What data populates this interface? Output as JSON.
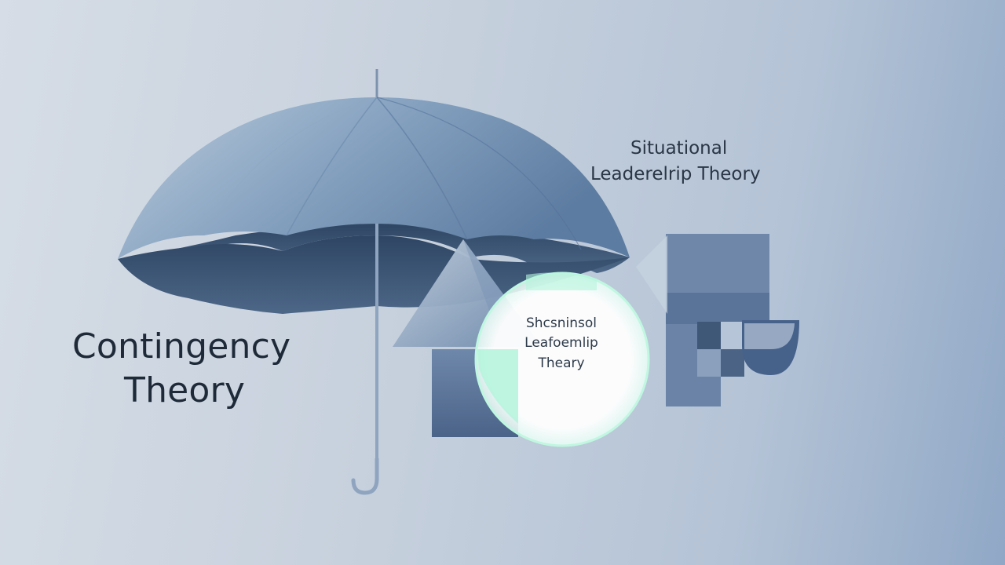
{
  "contingency": {
    "line1": "Contingency",
    "line2": "Theory"
  },
  "situational": {
    "line1": "Situational",
    "line2": "Leaderelrip Theory"
  },
  "circle": {
    "line1": "Shcsninsol",
    "line2": "Leafoemlip",
    "line3": "Theary"
  },
  "colors": {
    "umbrella_top": "#7f9cbc",
    "umbrella_shadow": "#3f5876",
    "shape_navy": "#4a6286",
    "circle_fill": "#f2f8f6",
    "circle_mint": "#9ff4d4"
  },
  "icons": [
    "umbrella-icon",
    "triangle-shape",
    "square-shape",
    "circle-shape",
    "block-shape",
    "semicircle-shape"
  ]
}
